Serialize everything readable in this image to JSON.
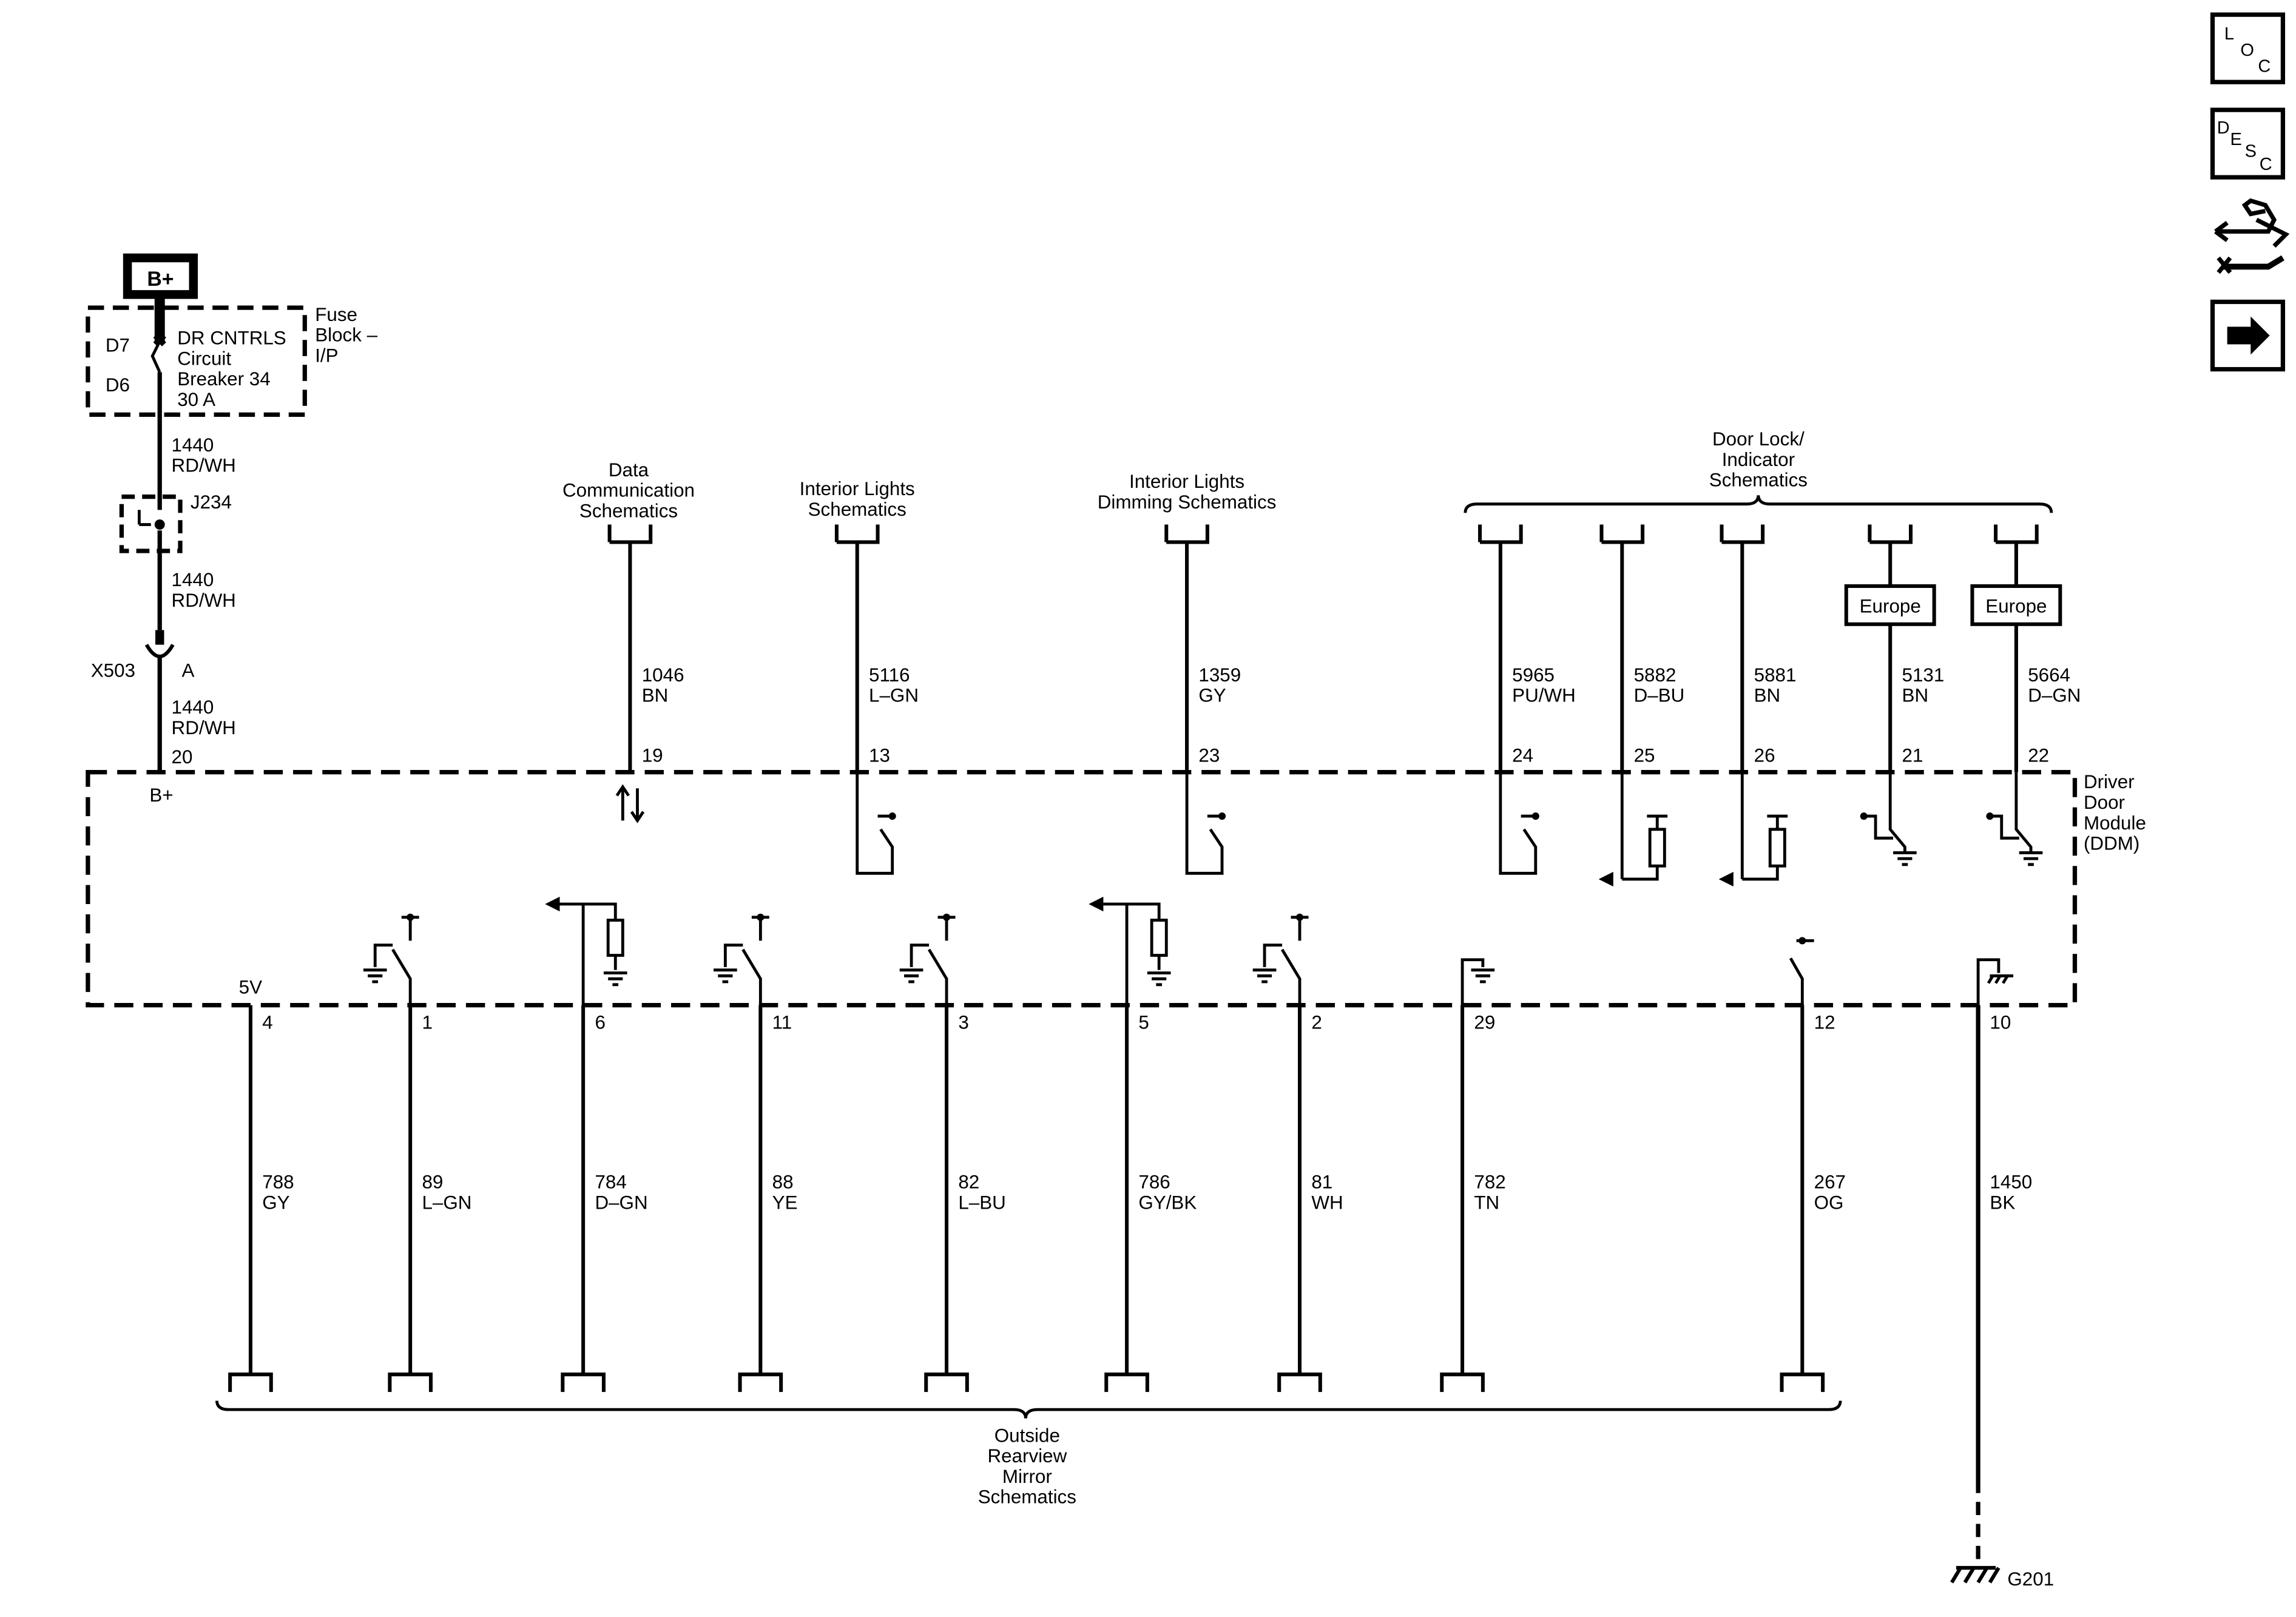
{
  "power": {
    "label": "B+"
  },
  "fuse_block": {
    "title": [
      "Fuse",
      "Block –",
      "I/P"
    ],
    "pin_in": "D7",
    "pin_out": "D6",
    "breaker_lines": [
      "DR CNTRLS",
      "Circuit",
      "Breaker 34",
      "30 A"
    ]
  },
  "feed_wires": [
    {
      "circuit": "1440",
      "color": "RD/WH"
    },
    {
      "circuit": "1440",
      "color": "RD/WH"
    },
    {
      "circuit": "1440",
      "color": "RD/WH"
    }
  ],
  "splice": {
    "label": "J234"
  },
  "inline_connector": {
    "name": "X503",
    "pin": "A"
  },
  "module": {
    "name": [
      "Driver",
      "Door",
      "Module",
      "(DDM)"
    ],
    "bplus_pin": "20",
    "bplus_label": "B+",
    "supply_label": "5V"
  },
  "top_groups": [
    {
      "lines": [
        "Data",
        "Communication",
        "Schematics"
      ]
    },
    {
      "lines": [
        "Interior Lights",
        "Schematics"
      ]
    },
    {
      "lines": [
        "Interior Lights",
        "Dimming Schematics"
      ]
    },
    {
      "lines": [
        "Door Lock/",
        "Indicator",
        "Schematics"
      ]
    }
  ],
  "top_circuits": [
    {
      "pin": "19",
      "circuit": "1046",
      "color": "BN"
    },
    {
      "pin": "13",
      "circuit": "5116",
      "color": "L–GN"
    },
    {
      "pin": "23",
      "circuit": "1359",
      "color": "GY"
    },
    {
      "pin": "24",
      "circuit": "5965",
      "color": "PU/WH"
    },
    {
      "pin": "25",
      "circuit": "5882",
      "color": "D–BU"
    },
    {
      "pin": "26",
      "circuit": "5881",
      "color": "BN"
    },
    {
      "pin": "21",
      "circuit": "5131",
      "color": "BN",
      "option": "Europe"
    },
    {
      "pin": "22",
      "circuit": "5664",
      "color": "D–GN",
      "option": "Europe"
    }
  ],
  "bottom_circuits": [
    {
      "pin": "4",
      "circuit": "788",
      "color": "GY"
    },
    {
      "pin": "1",
      "circuit": "89",
      "color": "L–GN"
    },
    {
      "pin": "6",
      "circuit": "784",
      "color": "D–GN"
    },
    {
      "pin": "11",
      "circuit": "88",
      "color": "YE"
    },
    {
      "pin": "3",
      "circuit": "82",
      "color": "L–BU"
    },
    {
      "pin": "5",
      "circuit": "786",
      "color": "GY/BK"
    },
    {
      "pin": "2",
      "circuit": "81",
      "color": "WH"
    },
    {
      "pin": "29",
      "circuit": "782",
      "color": "TN"
    },
    {
      "pin": "12",
      "circuit": "267",
      "color": "OG"
    },
    {
      "pin": "10",
      "circuit": "1450",
      "color": "BK"
    }
  ],
  "bottom_group": {
    "lines": [
      "Outside",
      "Rearview",
      "Mirror",
      "Schematics"
    ]
  },
  "ground": {
    "label": "G201"
  },
  "nav": {
    "loc": [
      "L",
      "O",
      "C"
    ],
    "desc": [
      "D",
      "E",
      "S",
      "C"
    ],
    "icons": [
      "connector-tool-icon",
      "arrow-right-icon"
    ]
  }
}
